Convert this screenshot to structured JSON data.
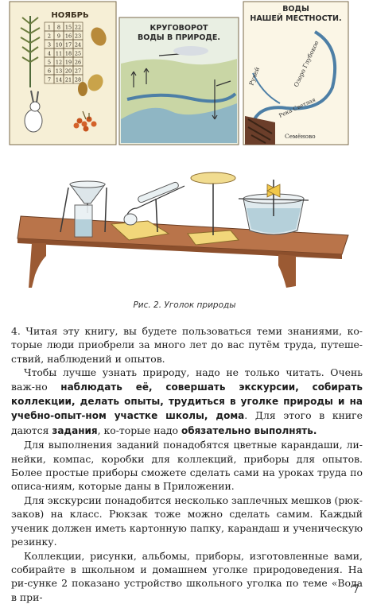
{
  "posters": {
    "calendar": {
      "month": "НОЯБРЬ",
      "days": [
        "1",
        "2",
        "3",
        "4",
        "5",
        "6",
        "7",
        "8",
        "9",
        "10",
        "11",
        "12",
        "13",
        "14",
        "15",
        "16",
        "17",
        "18",
        "19",
        "20",
        "21",
        "22",
        "23",
        "24",
        "25",
        "26",
        "27",
        "28"
      ]
    },
    "water_cycle": {
      "title_line1": "КРУГОВОРОТ",
      "title_line2": "ВОДЫ В ПРИРОДЕ."
    },
    "local_waters": {
      "title_line1": "ВОДЫ",
      "title_line2": "НАШЕЙ МЕСТНОСТИ.",
      "label_stream": "Ручей",
      "label_lake": "Озеро Глубокое",
      "label_river": "Река Светлая",
      "label_village": "Семёново"
    }
  },
  "caption": "Рис. 2. Уголок природы",
  "paragraphs": [
    {
      "indent": false,
      "segments": [
        {
          "t": "4. Читая эту книгу, вы будете пользоваться теми знаниями, ко-торые люди приобрели за много лет до вас путём труда, путеше-ствий, наблюдений и опытов."
        }
      ]
    },
    {
      "indent": true,
      "segments": [
        {
          "t": "Чтобы лучше узнать природу, надо не только читать. Очень важ-но "
        },
        {
          "t": "наблюдать её, совершать экскурсии, собирать коллекции, делать опыты, трудиться в уголке природы и на учебно-опыт-ном участке школы, дома",
          "b": true
        },
        {
          "t": ". Для этого в книге даются "
        },
        {
          "t": "задания",
          "b": true
        },
        {
          "t": ", ко-торые надо "
        },
        {
          "t": "обязательно выполнять.",
          "b": true
        }
      ]
    },
    {
      "indent": true,
      "segments": [
        {
          "t": "Для выполнения заданий понадобятся цветные карандаши, ли-нейки, компас, коробки для коллекций, приборы для опытов. Более простые приборы сможете сделать сами на уроках труда по описа-ниям, которые даны в Приложении."
        }
      ]
    },
    {
      "indent": true,
      "segments": [
        {
          "t": "Для экскурсии понадобится несколько заплечных мешков (рюк-заков) на класс. Рюкзак тоже можно сделать самим. Каждый ученик должен иметь картонную папку, карандаш и ученическую резинку."
        }
      ]
    },
    {
      "indent": true,
      "segments": [
        {
          "t": "Коллекции, рисунки, альбомы, приборы, изготовленные вами, собирайте в школьном и домашнем уголке природоведения. На ри-сунке 2 показано устройство школьного уголка по теме «Вода в при-"
        }
      ]
    }
  ],
  "page_number": "7"
}
